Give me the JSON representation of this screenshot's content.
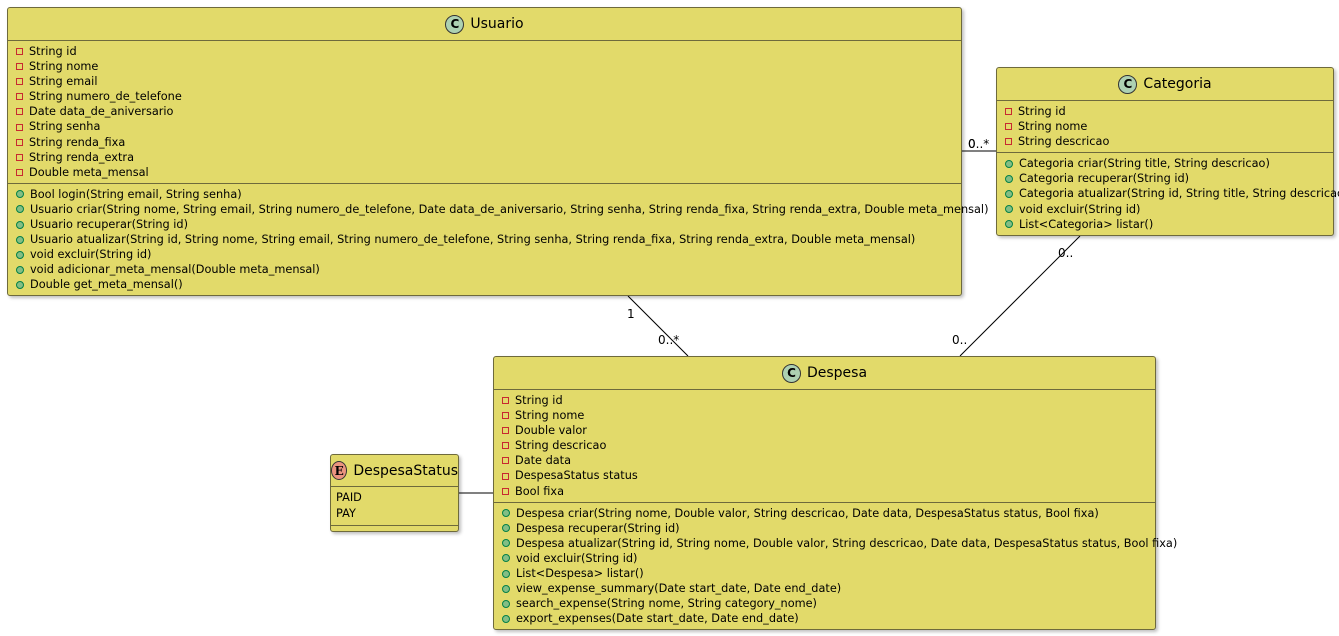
{
  "classes": {
    "usuario": {
      "name": "Usuario",
      "kind": "C",
      "attributes": [
        "String id",
        "String nome",
        "String email",
        "String numero_de_telefone",
        "Date data_de_aniversario",
        "String senha",
        "String renda_fixa",
        "String renda_extra",
        "Double meta_mensal"
      ],
      "methods": [
        "Bool login(String email, String senha)",
        "Usuario criar(String nome, String email, String numero_de_telefone, Date data_de_aniversario, String senha, String renda_fixa, String renda_extra, Double meta_mensal)",
        "Usuario recuperar(String id)",
        "Usuario atualizar(String id, String nome, String email, String numero_de_telefone, String senha, String renda_fixa, String renda_extra, Double meta_mensal)",
        "void excluir(String id)",
        "void adicionar_meta_mensal(Double meta_mensal)",
        "Double get_meta_mensal()"
      ]
    },
    "categoria": {
      "name": "Categoria",
      "kind": "C",
      "attributes": [
        "String id",
        "String nome",
        "String descricao"
      ],
      "methods": [
        "Categoria criar(String title, String descricao)",
        "Categoria recuperar(String id)",
        "Categoria atualizar(String id, String title, String descricao)",
        "void excluir(String id)",
        "List<Categoria> listar()"
      ]
    },
    "despesa": {
      "name": "Despesa",
      "kind": "C",
      "attributes": [
        "String id",
        "String nome",
        "Double valor",
        "String descricao",
        "Date data",
        "DespesaStatus status",
        "Bool fixa"
      ],
      "methods": [
        "Despesa criar(String nome, Double valor, String descricao, Date data, DespesaStatus status, Bool fixa)",
        "Despesa recuperar(String id)",
        "Despesa atualizar(String id, String nome, Double valor, String descricao, Date data, DespesaStatus status, Bool fixa)",
        "void excluir(String id)",
        "List<Despesa> listar()",
        "view_expense_summary(Date start_date, Date end_date)",
        "search_expense(String nome, String category_nome)",
        "export_expenses(Date start_date, Date end_date)"
      ]
    }
  },
  "enums": {
    "despesa_status": {
      "name": "DespesaStatus",
      "kind": "E",
      "values": [
        "PAID",
        "PAY"
      ]
    }
  },
  "multiplicities": {
    "usuario_categoria_left": "0",
    "usuario_categoria_right": "0..*",
    "usuario_despesa_top": "1",
    "usuario_despesa_bottom": "0..*",
    "categoria_despesa_top": "0..",
    "categoria_despesa_bottom": "0.."
  },
  "colors": {
    "box_fill": "#e2da6a",
    "class_badge": "#add1b2",
    "enum_badge": "#eb937f",
    "private_marker": "#c82930",
    "public_marker": "#84be84"
  }
}
